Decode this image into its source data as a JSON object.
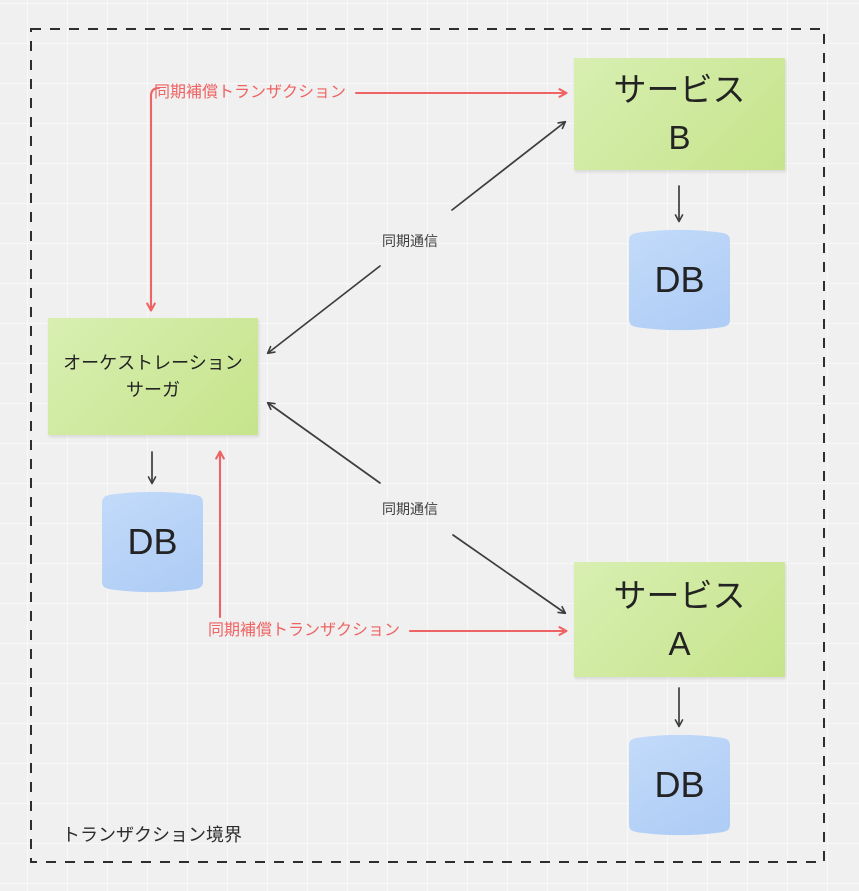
{
  "boundary_label": "トランザクション境界",
  "nodes": {
    "service_b": {
      "lines": [
        "サービス",
        "B"
      ]
    },
    "service_a": {
      "lines": [
        "サービス",
        "A"
      ]
    },
    "saga": {
      "lines": [
        "オーケストレーション",
        "サーガ"
      ]
    },
    "db_b": {
      "label": "DB"
    },
    "db_saga": {
      "label": "DB"
    },
    "db_a": {
      "label": "DB"
    }
  },
  "edges": {
    "compensation_top": {
      "label": "同期補償トランザクション"
    },
    "compensation_bottom": {
      "label": "同期補償トランザクション"
    },
    "sync_comm_top": {
      "label": "同期通信"
    },
    "sync_comm_bottom": {
      "label": "同期通信"
    }
  },
  "colors": {
    "service_fill": "#cde99c",
    "db_fill": "#b9d4f7",
    "compensation_red": "#ee6363",
    "line_dark": "#3d3d3d",
    "background": "#f0f0f0"
  }
}
